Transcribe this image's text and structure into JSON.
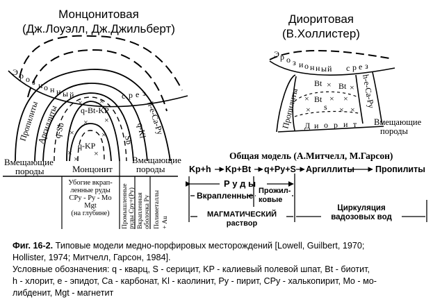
{
  "left_model": {
    "title": "Монцонитовая",
    "authors": "(Дж.Лоуэлл, Дж.Джильберт)",
    "erosion_label": [
      "Э",
      "р",
      "о",
      "з",
      "и",
      "о",
      "н",
      "н",
      "ы",
      "й",
      "с",
      "р",
      "е",
      "з"
    ],
    "zone_labels": {
      "propylites": "Пропилиты",
      "argillites": "Аргиллиты",
      "q_ser": "q-Sb",
      "q_bt_kp": "q-Bt-KP",
      "q_kp": "q-KP",
      "sb": "Sb",
      "q_kl": "q-Kl",
      "h_e_ca_py": "h-e-Ca-Py"
    },
    "host_rocks": [
      "Вмещающие",
      "породы"
    ],
    "host_rocks_right": [
      "Вмещающие",
      "породы"
    ],
    "intrusion": "Монцонит",
    "ore_lower": [
      "Убогие вкрап-",
      "ленные руды",
      "CPy - Py - Mo",
      "Mgt",
      "(на глубине)"
    ],
    "ore_industrial": [
      "Промышленные",
      "руды Cpy+(Py)"
    ],
    "ore_disseminated": [
      "Вкрапленная",
      "оболочка Py"
    ],
    "ore_polymetal": [
      "Полиметаллы",
      "+ Au"
    ]
  },
  "right_model": {
    "title": "Диоритовая",
    "authors": "(В.Холлистер)",
    "erosion_label": [
      "Э",
      "р",
      "о",
      "з",
      "и",
      "о",
      "н",
      "н",
      "ы",
      "й",
      "с",
      "р",
      "е",
      "з"
    ],
    "zone_labels": {
      "propylites": "Пропилиты",
      "bt1": "Bt",
      "bt2": "Bt",
      "bt3": "Bt",
      "s": "s",
      "h_e_ca_py": "h-e-Ca-Py"
    },
    "diorite": [
      "Д",
      "и",
      "о",
      "р",
      "и",
      "т"
    ],
    "host_rocks": [
      "Вмещающие",
      "породы"
    ]
  },
  "general_model": {
    "title": "Общая модель (А.Митчелл, М.Гарсон)",
    "flow": [
      "Kp+h",
      "Kp+Bt",
      "q+Py+S",
      "Аргиллиты",
      "Пропилиты"
    ],
    "ores": "Р у д ы",
    "disseminated": "Вкрапленные",
    "veins": [
      "Прожил-",
      "ковые"
    ],
    "magmatic": [
      "МАГМАТИЧЕСКИЙ",
      "раствор"
    ],
    "circulation": [
      "Циркуляция",
      "вадозовых вод"
    ]
  },
  "caption": {
    "fig_label": "Фиг. 16-2.",
    "lines": [
      " Типовые модели медно-порфировых месторождений [Lowell, Guilbert, 1970;",
      "Hollister, 1974; Митчелл, Гарсон, 1984].",
      "Условные обозначения: q - кварц, S -  серицит, KP - калиевый полевой шпат, Bt - биотит,",
      "h - хлорит, e - эпидот, Ca - карбонат, Kl - каолинит, Py - пирит, CPy - халькопирит, Mo - мо-",
      "либденит, Mgt - магнетит"
    ]
  }
}
